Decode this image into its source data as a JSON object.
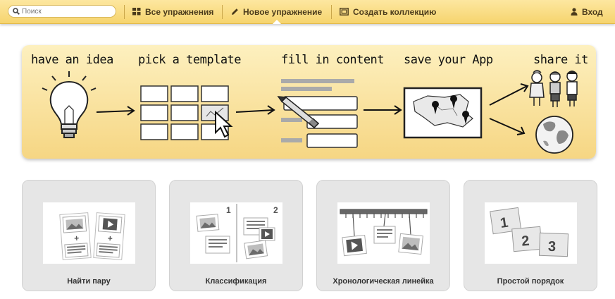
{
  "search": {
    "placeholder": "Поиск"
  },
  "nav": {
    "all_exercises": "Все упражнения",
    "new_exercise": "Новое упражнение",
    "create_collection": "Создать коллекцию",
    "login": "Вход"
  },
  "banner": {
    "steps": [
      "have an idea",
      "pick a template",
      "fill in content",
      "save your App",
      "share it"
    ]
  },
  "templates": [
    {
      "label": "Найти пару"
    },
    {
      "label": "Классификация",
      "numbers": [
        "1",
        "2"
      ]
    },
    {
      "label": "Хронологическая линейка"
    },
    {
      "label": "Простой порядок",
      "numbers": [
        "1",
        "2",
        "3"
      ]
    }
  ]
}
